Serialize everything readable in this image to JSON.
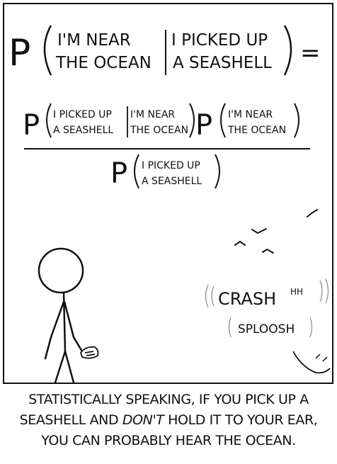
{
  "formula": {
    "top_lhs": {
      "event_a": [
        "I'M NEAR",
        "THE OCEAN"
      ],
      "event_b": [
        "I PICKED UP",
        "A SEASHELL"
      ]
    },
    "equals": "=",
    "numerator": {
      "term1_a": [
        "I PICKED UP",
        "A SEASHELL"
      ],
      "term1_b": [
        "I'M NEAR",
        "THE OCEAN"
      ],
      "term2": [
        "I'M NEAR",
        "THE OCEAN"
      ]
    },
    "denominator": [
      "I PICKED UP",
      "A SEASHELL"
    ],
    "p_symbol": "P"
  },
  "sound_effects": {
    "crash_main": "CRASH",
    "crash_tail": "HH",
    "sploosh": "SPLOOSH"
  },
  "caption": {
    "line1": "STATISTICALLY SPEAKING, IF YOU PICK UP A",
    "line2_before": "SEASHELL AND ",
    "line2_emph": "DON'T",
    "line2_after": " HOLD IT TO YOUR EAR,",
    "line3": "YOU CAN PROBABLY HEAR THE OCEAN."
  }
}
